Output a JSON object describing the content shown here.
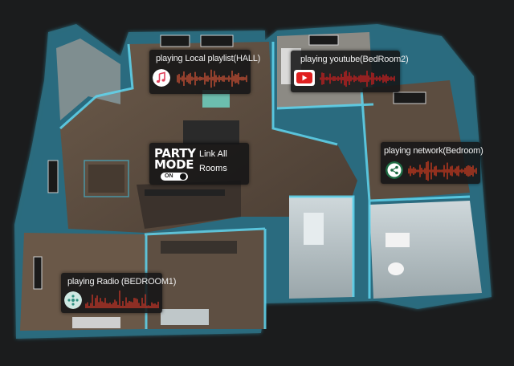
{
  "players": [
    {
      "id": "hall",
      "title": "playing Local playlist(HALL)",
      "source_icon": "music-note-icon",
      "accent": "#e05a3a"
    },
    {
      "id": "bedroom2",
      "title": "playing youtube(BedRoom2)",
      "source_icon": "youtube-icon",
      "accent": "#e02020"
    },
    {
      "id": "bedroom",
      "title": "playing network(Bedroom)",
      "source_icon": "share-network-icon",
      "accent": "#e04020"
    },
    {
      "id": "bedroom1",
      "title": "playing Radio (BEDROOM1)",
      "source_icon": "radio-icon",
      "accent": "#d93a2a"
    }
  ],
  "party_mode": {
    "title_line1": "PARTY",
    "title_line2": "MODE",
    "toggle_label": "ON",
    "link_line1": "Link All",
    "link_line2": "Rooms"
  },
  "colors": {
    "wall_glow": "#3fc6e8",
    "floor_wood": "#5a4a3c",
    "background": "#1b1c1d"
  }
}
